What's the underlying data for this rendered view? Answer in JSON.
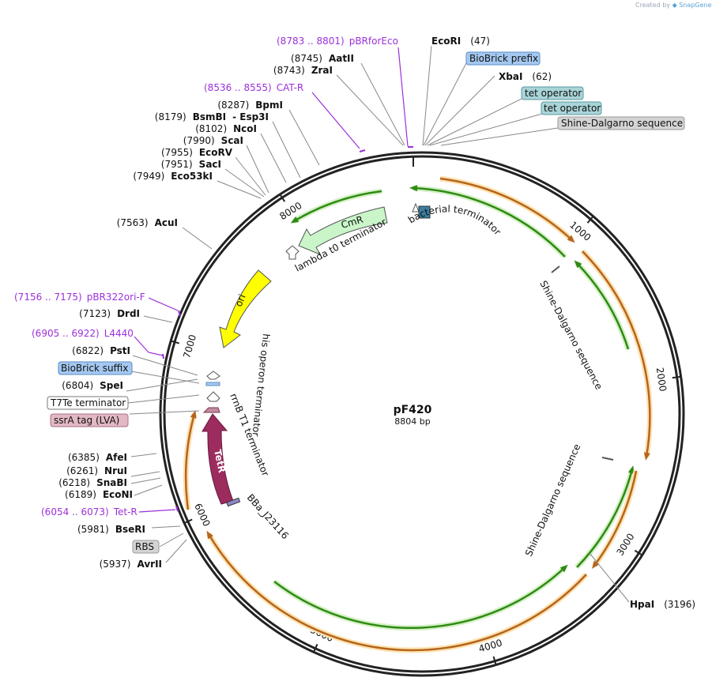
{
  "watermark": {
    "prefix": "Created by",
    "brand": "SnapGene"
  },
  "plasmid": {
    "name": "pF420",
    "size_label": "8804 bp",
    "length": 8804
  },
  "ticks": [
    {
      "pos": 1000,
      "label": "1000"
    },
    {
      "pos": 2000,
      "label": "2000"
    },
    {
      "pos": 3000,
      "label": "3000"
    },
    {
      "pos": 4000,
      "label": "4000"
    },
    {
      "pos": 5000,
      "label": "5000"
    },
    {
      "pos": 6000,
      "label": "6000"
    },
    {
      "pos": 7000,
      "label": "7000"
    },
    {
      "pos": 8000,
      "label": "8000"
    }
  ],
  "enzymes": [
    {
      "name": "EcoRI",
      "pos_label": "(47)",
      "pos": 47
    },
    {
      "name": "XbaI",
      "pos_label": "(62)",
      "pos": 62
    },
    {
      "name": "AatII",
      "pos_label": "(8745)",
      "pos": 8745
    },
    {
      "name": "ZraI",
      "pos_label": "(8743)",
      "pos": 8743
    },
    {
      "name": "BpmI",
      "pos_label": "(8287)",
      "pos": 8287
    },
    {
      "name": "BsmBI",
      "alt": "- Esp3I",
      "pos_label": "(8179)",
      "pos": 8179
    },
    {
      "name": "NcoI",
      "pos_label": "(8102)",
      "pos": 8102
    },
    {
      "name": "ScaI",
      "pos_label": "(7990)",
      "pos": 7990
    },
    {
      "name": "EcoRV",
      "pos_label": "(7955)",
      "pos": 7955
    },
    {
      "name": "SacI",
      "pos_label": "(7951)",
      "pos": 7951
    },
    {
      "name": "Eco53kI",
      "pos_label": "(7949)",
      "pos": 7949
    },
    {
      "name": "AcuI",
      "pos_label": "(7563)",
      "pos": 7563
    },
    {
      "name": "DrdI",
      "pos_label": "(7123)",
      "pos": 7123
    },
    {
      "name": "PstI",
      "pos_label": "(6822)",
      "pos": 6822
    },
    {
      "name": "SpeI",
      "pos_label": "(6804)",
      "pos": 6804
    },
    {
      "name": "AfeI",
      "pos_label": "(6385)",
      "pos": 6385
    },
    {
      "name": "NruI",
      "pos_label": "(6261)",
      "pos": 6261
    },
    {
      "name": "SnaBI",
      "pos_label": "(6218)",
      "pos": 6218
    },
    {
      "name": "EcoNI",
      "pos_label": "(6189)",
      "pos": 6189
    },
    {
      "name": "BseRI",
      "pos_label": "(5981)",
      "pos": 5981
    },
    {
      "name": "AvrII",
      "pos_label": "(5937)",
      "pos": 5937
    },
    {
      "name": "HpaI",
      "pos_label": "(3196)",
      "pos": 3196
    }
  ],
  "primers": [
    {
      "name": "pBRforEco",
      "range": "(8783 .. 8801)",
      "color": "#9b30d9"
    },
    {
      "name": "CAT-R",
      "range": "(8536 .. 8555)",
      "color": "#9b30d9"
    },
    {
      "name": "pBR322ori-F",
      "range": "(7156 .. 7175)",
      "color": "#9b30d9"
    },
    {
      "name": "L4440",
      "range": "(6905 .. 6922)",
      "color": "#9b30d9"
    },
    {
      "name": "Tet-R",
      "range": "(6054 .. 6073)",
      "color": "#9b30d9"
    }
  ],
  "boxed_features": [
    {
      "label": "BioBrick prefix",
      "fill": "#a4c8f0",
      "stroke": "#5a8cc8"
    },
    {
      "label": "tet operator",
      "fill": "#a9d4d8",
      "stroke": "#5a9aa0"
    },
    {
      "label": "tet operator",
      "fill": "#a9d4d8",
      "stroke": "#5a9aa0"
    },
    {
      "label": "Shine-Dalgarno sequence",
      "fill": "#d4d4d4",
      "stroke": "#999999"
    },
    {
      "label": "BioBrick suffix",
      "fill": "#a4c8f0",
      "stroke": "#5a8cc8"
    },
    {
      "label": "T7Te terminator",
      "fill": "#ffffff",
      "stroke": "#777777"
    },
    {
      "label": "ssrA tag (LVA)",
      "fill": "#e2b8c4",
      "stroke": "#a87080"
    },
    {
      "label": "RBS",
      "fill": "#d4d4d4",
      "stroke": "#999999"
    }
  ],
  "inner_labels": {
    "cmr": "CmR",
    "ori": "ori",
    "tetr": "TetR",
    "lambda_t0": "lambda t0 terminator",
    "bacterial_terminator": "bacterial terminator",
    "sd_upper": "Shine-Dalgarno sequence",
    "sd_lower": "Shine-Dalgarno sequence",
    "his_operon": "his operon terminator",
    "rrnb_t1": "rrnB T1 terminator",
    "bba": "BBa_J23116"
  },
  "colors": {
    "orf_green": "#2e8b12",
    "orf_orange": "#b5651d",
    "cmr_fill": "#c9f5c9",
    "ori_fill": "#ffff00",
    "tetr_fill": "#9c2b5e",
    "primer": "#9b30d9"
  }
}
